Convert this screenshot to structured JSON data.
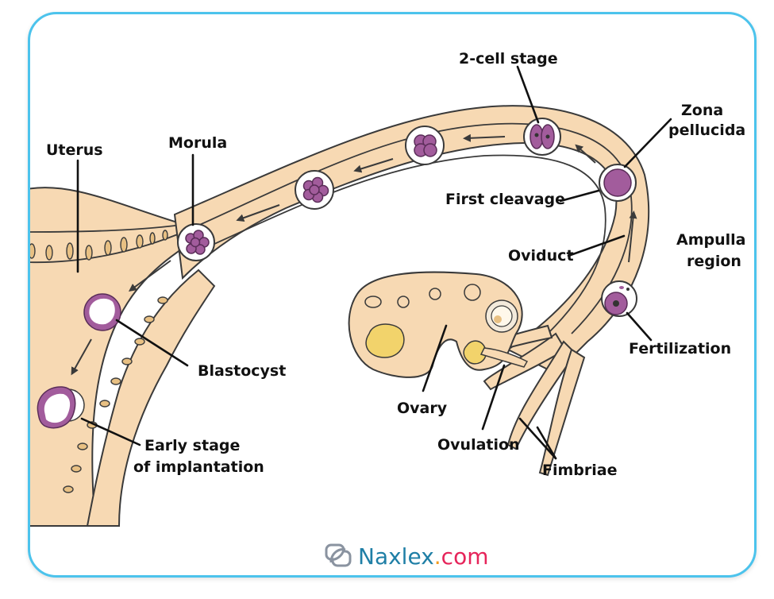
{
  "figure": {
    "subject": "Fertilization and early embryo development along the oviduct to implantation in the uterus",
    "labels": {
      "two_cell_stage": "2-cell stage",
      "zona_pellucida_line1": "Zona",
      "zona_pellucida_line2": "pellucida",
      "first_cleavage": "First cleavage",
      "oviduct": "Oviduct",
      "ampulla_line1": "Ampulla",
      "ampulla_line2": "region",
      "fertilization": "Fertilization",
      "ovary": "Ovary",
      "ovulation": "Ovulation",
      "fimbriae": "Fimbriae",
      "uterus": "Uterus",
      "morula": "Morula",
      "blastocyst": "Blastocyst",
      "implantation_line1": "Early stage",
      "implantation_line2": "of implantation"
    },
    "stage_sequence": [
      "Ovulation",
      "Fertilization",
      "First cleavage",
      "2-cell stage",
      "Morula",
      "Blastocyst",
      "Early stage of implantation"
    ]
  },
  "brand": {
    "icon": "naxlex-logo-icon",
    "name": "Naxlex",
    "dot": ".",
    "tld": "com"
  },
  "colors": {
    "frame_border": "#4cc3ec",
    "tissue": "#f7d9b3",
    "embryo": "#a25c9c",
    "follicle_yellow": "#f2d36b",
    "brand_blue": "#1f7fa6",
    "brand_pink": "#e6245a"
  }
}
